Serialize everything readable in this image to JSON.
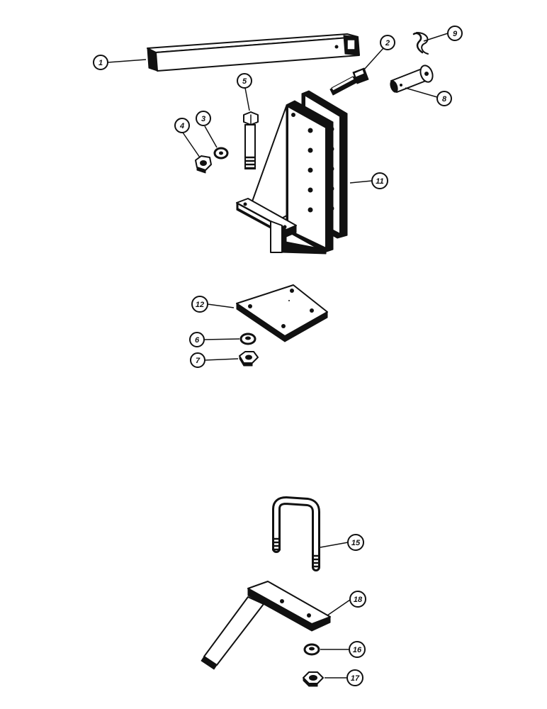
{
  "callouts": [
    {
      "id": "1",
      "label": "1"
    },
    {
      "id": "2",
      "label": "2"
    },
    {
      "id": "3",
      "label": "3"
    },
    {
      "id": "4",
      "label": "4"
    },
    {
      "id": "5",
      "label": "5"
    },
    {
      "id": "6",
      "label": "6"
    },
    {
      "id": "7",
      "label": "7"
    },
    {
      "id": "8",
      "label": "8"
    },
    {
      "id": "9",
      "label": "9"
    },
    {
      "id": "11",
      "label": "11"
    },
    {
      "id": "12",
      "label": "12"
    },
    {
      "id": "15",
      "label": "15"
    },
    {
      "id": "16",
      "label": "16"
    },
    {
      "id": "17",
      "label": "17"
    },
    {
      "id": "18",
      "label": "18"
    }
  ]
}
